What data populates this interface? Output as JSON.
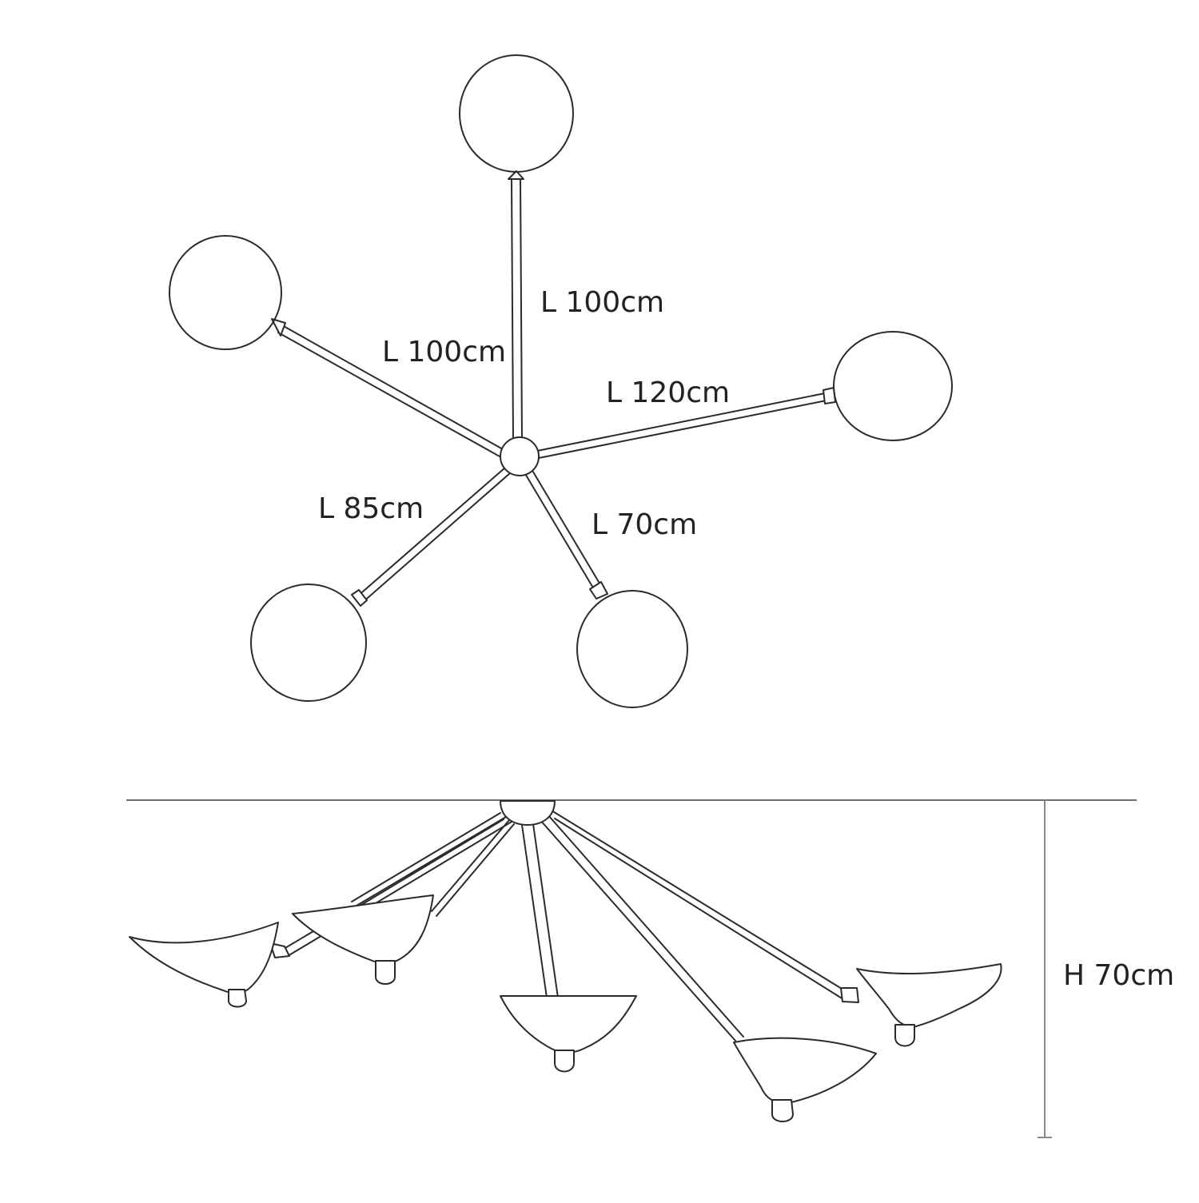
{
  "top_view": {
    "arm_labels": {
      "top": "L 100cm",
      "upper_left": "L 100cm",
      "right": "L 120cm",
      "lower_left": "L 85cm",
      "lower_right": "L 70cm"
    }
  },
  "side_view": {
    "height_label": "H 70cm"
  },
  "colors": {
    "line": "#2b2b2b",
    "dimension": "#8a8a8a",
    "background": "#ffffff"
  }
}
